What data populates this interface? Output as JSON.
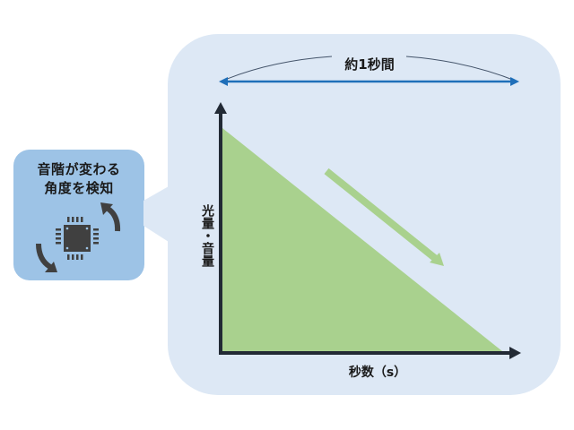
{
  "card": {
    "title_line1": "音階が変わる",
    "title_line2": "角度を検知",
    "icon": "chip-rotate-icon"
  },
  "diagram": {
    "duration_label": "約1秒間",
    "y_axis_label": "光量・音量",
    "x_axis_label": "秒数（s）",
    "colors": {
      "panel_bg": "#dde8f5",
      "card_bg": "#9dc3e6",
      "fill_green": "#a9d18e",
      "axis": "#222a35",
      "duration_arrow": "#1f6fb9",
      "icon_gray": "#404040"
    }
  },
  "chart_data": {
    "type": "area",
    "title": "",
    "xlabel": "秒数（s）",
    "ylabel": "光量・音量",
    "x": [
      0,
      1
    ],
    "values": [
      1,
      0
    ],
    "annotations": [
      "約1秒間",
      "decreasing trend arrow"
    ],
    "grid": false
  }
}
